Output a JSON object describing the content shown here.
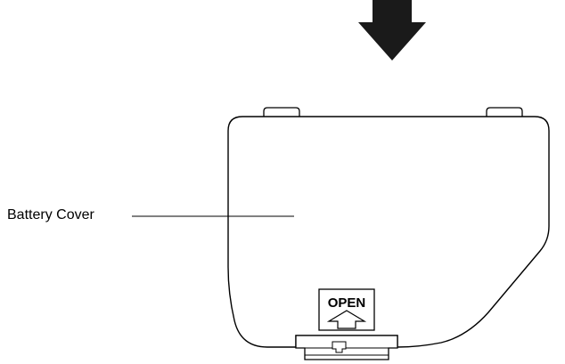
{
  "callout": {
    "label": "Battery Cover"
  },
  "cover_badge": {
    "text": "OPEN",
    "arrow_direction": "up"
  },
  "direction_indicator": {
    "icon": "arrow-down-icon"
  },
  "colors": {
    "line": "#000000",
    "fill": "#ffffff",
    "arrow": "#1a1a1a"
  }
}
